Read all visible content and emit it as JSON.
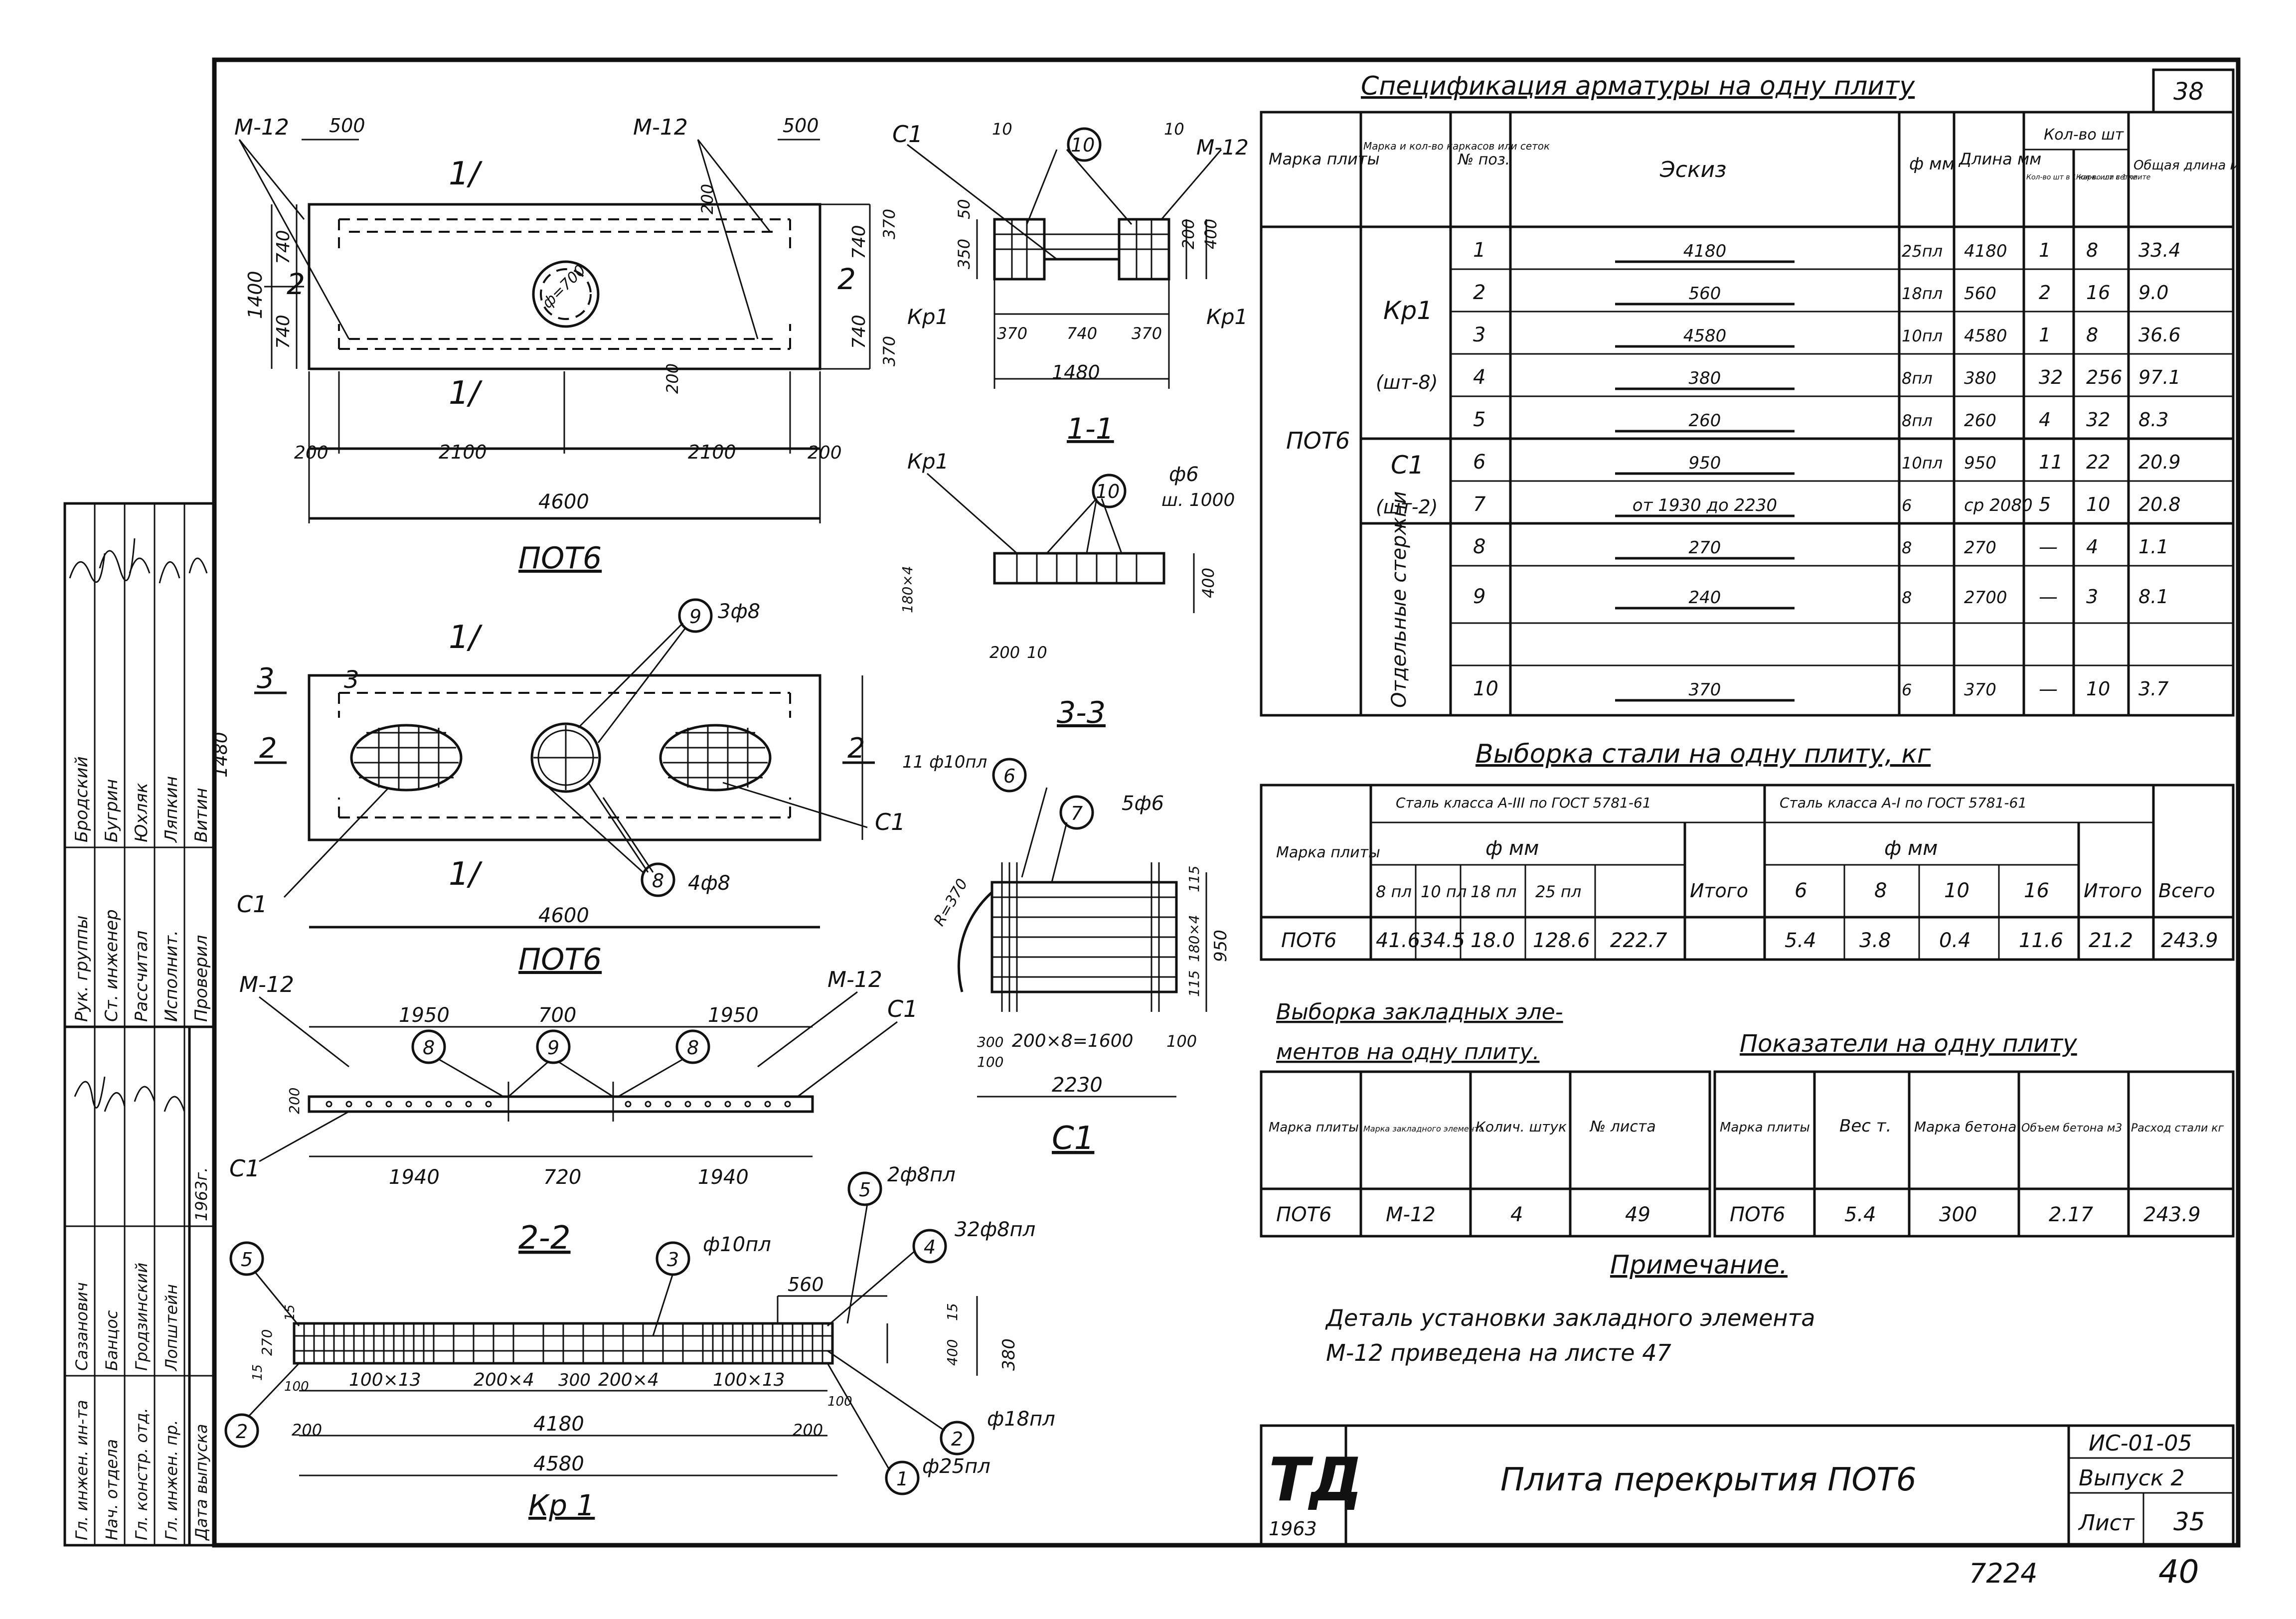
{
  "sheet": {
    "page_corner_number": "38",
    "bottom_number_left": "7224",
    "bottom_number_right": "40"
  },
  "title_block": {
    "logo": "ТД",
    "year": "1963",
    "title": "Плита перекрытия ПОТ6",
    "series": "ИС-01-05",
    "issue": "Выпуск 2",
    "sheet_label": "Лист",
    "sheet_no": "35"
  },
  "side_stamp": {
    "roles": [
      "Рук. группы",
      "Ст. инженер",
      "Рассчитал",
      "Исполнит.",
      "Проверил"
    ],
    "names": [
      "Бродский",
      "Бугрин",
      "Юхляк",
      "Ляпкин",
      "Витин"
    ],
    "roles2": [
      "Гл. инжен. ин-та",
      "Нач. отдела",
      "Гл. констр. отд.",
      "Гл. инжен. пр.",
      "Дата выпуска"
    ],
    "names2": [
      "Сазанович",
      "Банцос",
      "Гродзинский",
      "Лопштейн",
      ""
    ],
    "year": "1963г."
  },
  "views": {
    "plan_title": "ПОТ6",
    "section_plan_title": "ПОТ6",
    "sec11": "1-1",
    "sec22": "2-2",
    "sec33": "3-3",
    "c1_title": "С1",
    "kp1_title": "Кр 1",
    "labels": {
      "m12": "М-12",
      "c1": "С1",
      "kp1": "Кр1",
      "i1": "1/",
      "two": "2",
      "three": "3",
      "d500": "500",
      "d200": "200",
      "d2100": "2100",
      "d4600": "4600",
      "d740": "740",
      "d1480": "1480",
      "d370": "370",
      "d1400": "1400",
      "d270": "270",
      "d1950": "1950",
      "d700": "700",
      "d1940": "1940",
      "d720": "720",
      "d4180": "4180",
      "d4580": "4580",
      "d560": "560",
      "d380": "380",
      "s100x13": "100×13",
      "s200x4": "200×4",
      "d300": "300",
      "d2230": "2230",
      "s200x8": "200×8=1600",
      "d950": "950",
      "d100": "100",
      "d180x4": "180×4",
      "d115": "115",
      "d400": "400",
      "d350": "350",
      "d50": "50",
      "d10": "10",
      "d15": "15",
      "phi6": "ф6",
      "sh1000": "ш. 1000",
      "c3f8": "3ф8",
      "c4f8": "4ф8",
      "c11f10": "11 ф10пл",
      "c5f6": "5ф6",
      "r370": "R=370",
      "c2f8": "2ф8пл",
      "c32f8": "32ф8пл",
      "f10": "ф10пл",
      "f18": "ф18пл",
      "f25": "ф25пл",
      "hole": "ф=700"
    },
    "callouts": [
      "1",
      "2",
      "3",
      "4",
      "5",
      "6",
      "7",
      "8",
      "9",
      "10"
    ]
  },
  "spec_table": {
    "title": "Спецификация арматуры на одну плиту",
    "headers": [
      "Марка плиты",
      "Марка и кол-во каркасов или сеток",
      "№ поз.",
      "Эскиз",
      "ф мм",
      "Длина мм",
      "Кол-во шт в 1 карк. или сетке",
      "Кол-во шт в 1 плите",
      "Общая длина м"
    ],
    "header_group": "Кол-во шт",
    "mark": "ПОТ6",
    "groups": [
      {
        "name": "Кр1",
        "sub": "(шт-8)"
      },
      {
        "name": "С1",
        "sub": "(шт-2)"
      },
      {
        "name": "Отдельные стержни",
        "sub": ""
      }
    ],
    "rows": [
      {
        "pos": "1",
        "sketch": "4180",
        "d": "25пл",
        "len": "4180",
        "k": "1",
        "n": "8",
        "tot": "33.4"
      },
      {
        "pos": "2",
        "sketch": "560",
        "d": "18пл",
        "len": "560",
        "k": "2",
        "n": "16",
        "tot": "9.0"
      },
      {
        "pos": "3",
        "sketch": "4580",
        "d": "10пл",
        "len": "4580",
        "k": "1",
        "n": "8",
        "tot": "36.6"
      },
      {
        "pos": "4",
        "sketch": "380",
        "d": "8пл",
        "len": "380",
        "k": "32",
        "n": "256",
        "tot": "97.1"
      },
      {
        "pos": "5",
        "sketch": "260",
        "d": "8пл",
        "len": "260",
        "k": "4",
        "n": "32",
        "tot": "8.3"
      },
      {
        "pos": "6",
        "sketch": "950",
        "d": "10пл",
        "len": "950",
        "k": "11",
        "n": "22",
        "tot": "20.9"
      },
      {
        "pos": "7",
        "sketch": "от 1930 до 2230",
        "d": "6",
        "len": "ср 2080",
        "k": "5",
        "n": "10",
        "tot": "20.8"
      },
      {
        "pos": "8",
        "sketch": "270",
        "d": "8",
        "len": "270",
        "k": "—",
        "n": "4",
        "tot": "1.1"
      },
      {
        "pos": "9",
        "sketch": "240",
        "d": "8",
        "len": "2700",
        "k": "—",
        "n": "3",
        "tot": "8.1"
      },
      {
        "pos": "10",
        "sketch": "370",
        "d": "6",
        "len": "370",
        "k": "—",
        "n": "10",
        "tot": "3.7"
      }
    ]
  },
  "steel_table": {
    "title": "Выборка стали на одну плиту, кг",
    "mark_header": "Марка плиты",
    "class3": "Сталь класса А-III по ГОСТ 5781-61",
    "class1": "Сталь класса А-I по ГОСТ 5781-61",
    "phi": "ф мм",
    "cols3": [
      "8 пл",
      "10 пл",
      "18 пл",
      "25 пл"
    ],
    "cols1": [
      "6",
      "8",
      "10",
      "16"
    ],
    "itogo": "Итого",
    "vsego": "Всего",
    "row": {
      "mark": "ПОТ6",
      "a3": [
        "41.6",
        "34.5",
        "18.0",
        "128.6"
      ],
      "a3_total": "222.7",
      "a1": [
        "5.4",
        "3.8",
        "0.4",
        "11.6"
      ],
      "a1_total": "21.2",
      "all": "243.9"
    }
  },
  "embed_table": {
    "title1": "Выборка закладных эле-",
    "title2": "ментов на одну плиту.",
    "headers": [
      "Марка плиты",
      "Марка закладного элемента",
      "Колич. штук",
      "№ листа"
    ],
    "row": [
      "ПОТ6",
      "М-12",
      "4",
      "49"
    ]
  },
  "indicators_table": {
    "title": "Показатели на одну плиту",
    "headers": [
      "Марка плиты",
      "Вес т.",
      "Марка бетона",
      "Объем бетона м3",
      "Расход стали кг"
    ],
    "row": [
      "ПОТ6",
      "5.4",
      "300",
      "2.17",
      "243.9"
    ]
  },
  "note": {
    "title": "Примечание.",
    "line1": "Деталь установки закладного элемента",
    "line2": "М-12 приведена на листе 47"
  }
}
